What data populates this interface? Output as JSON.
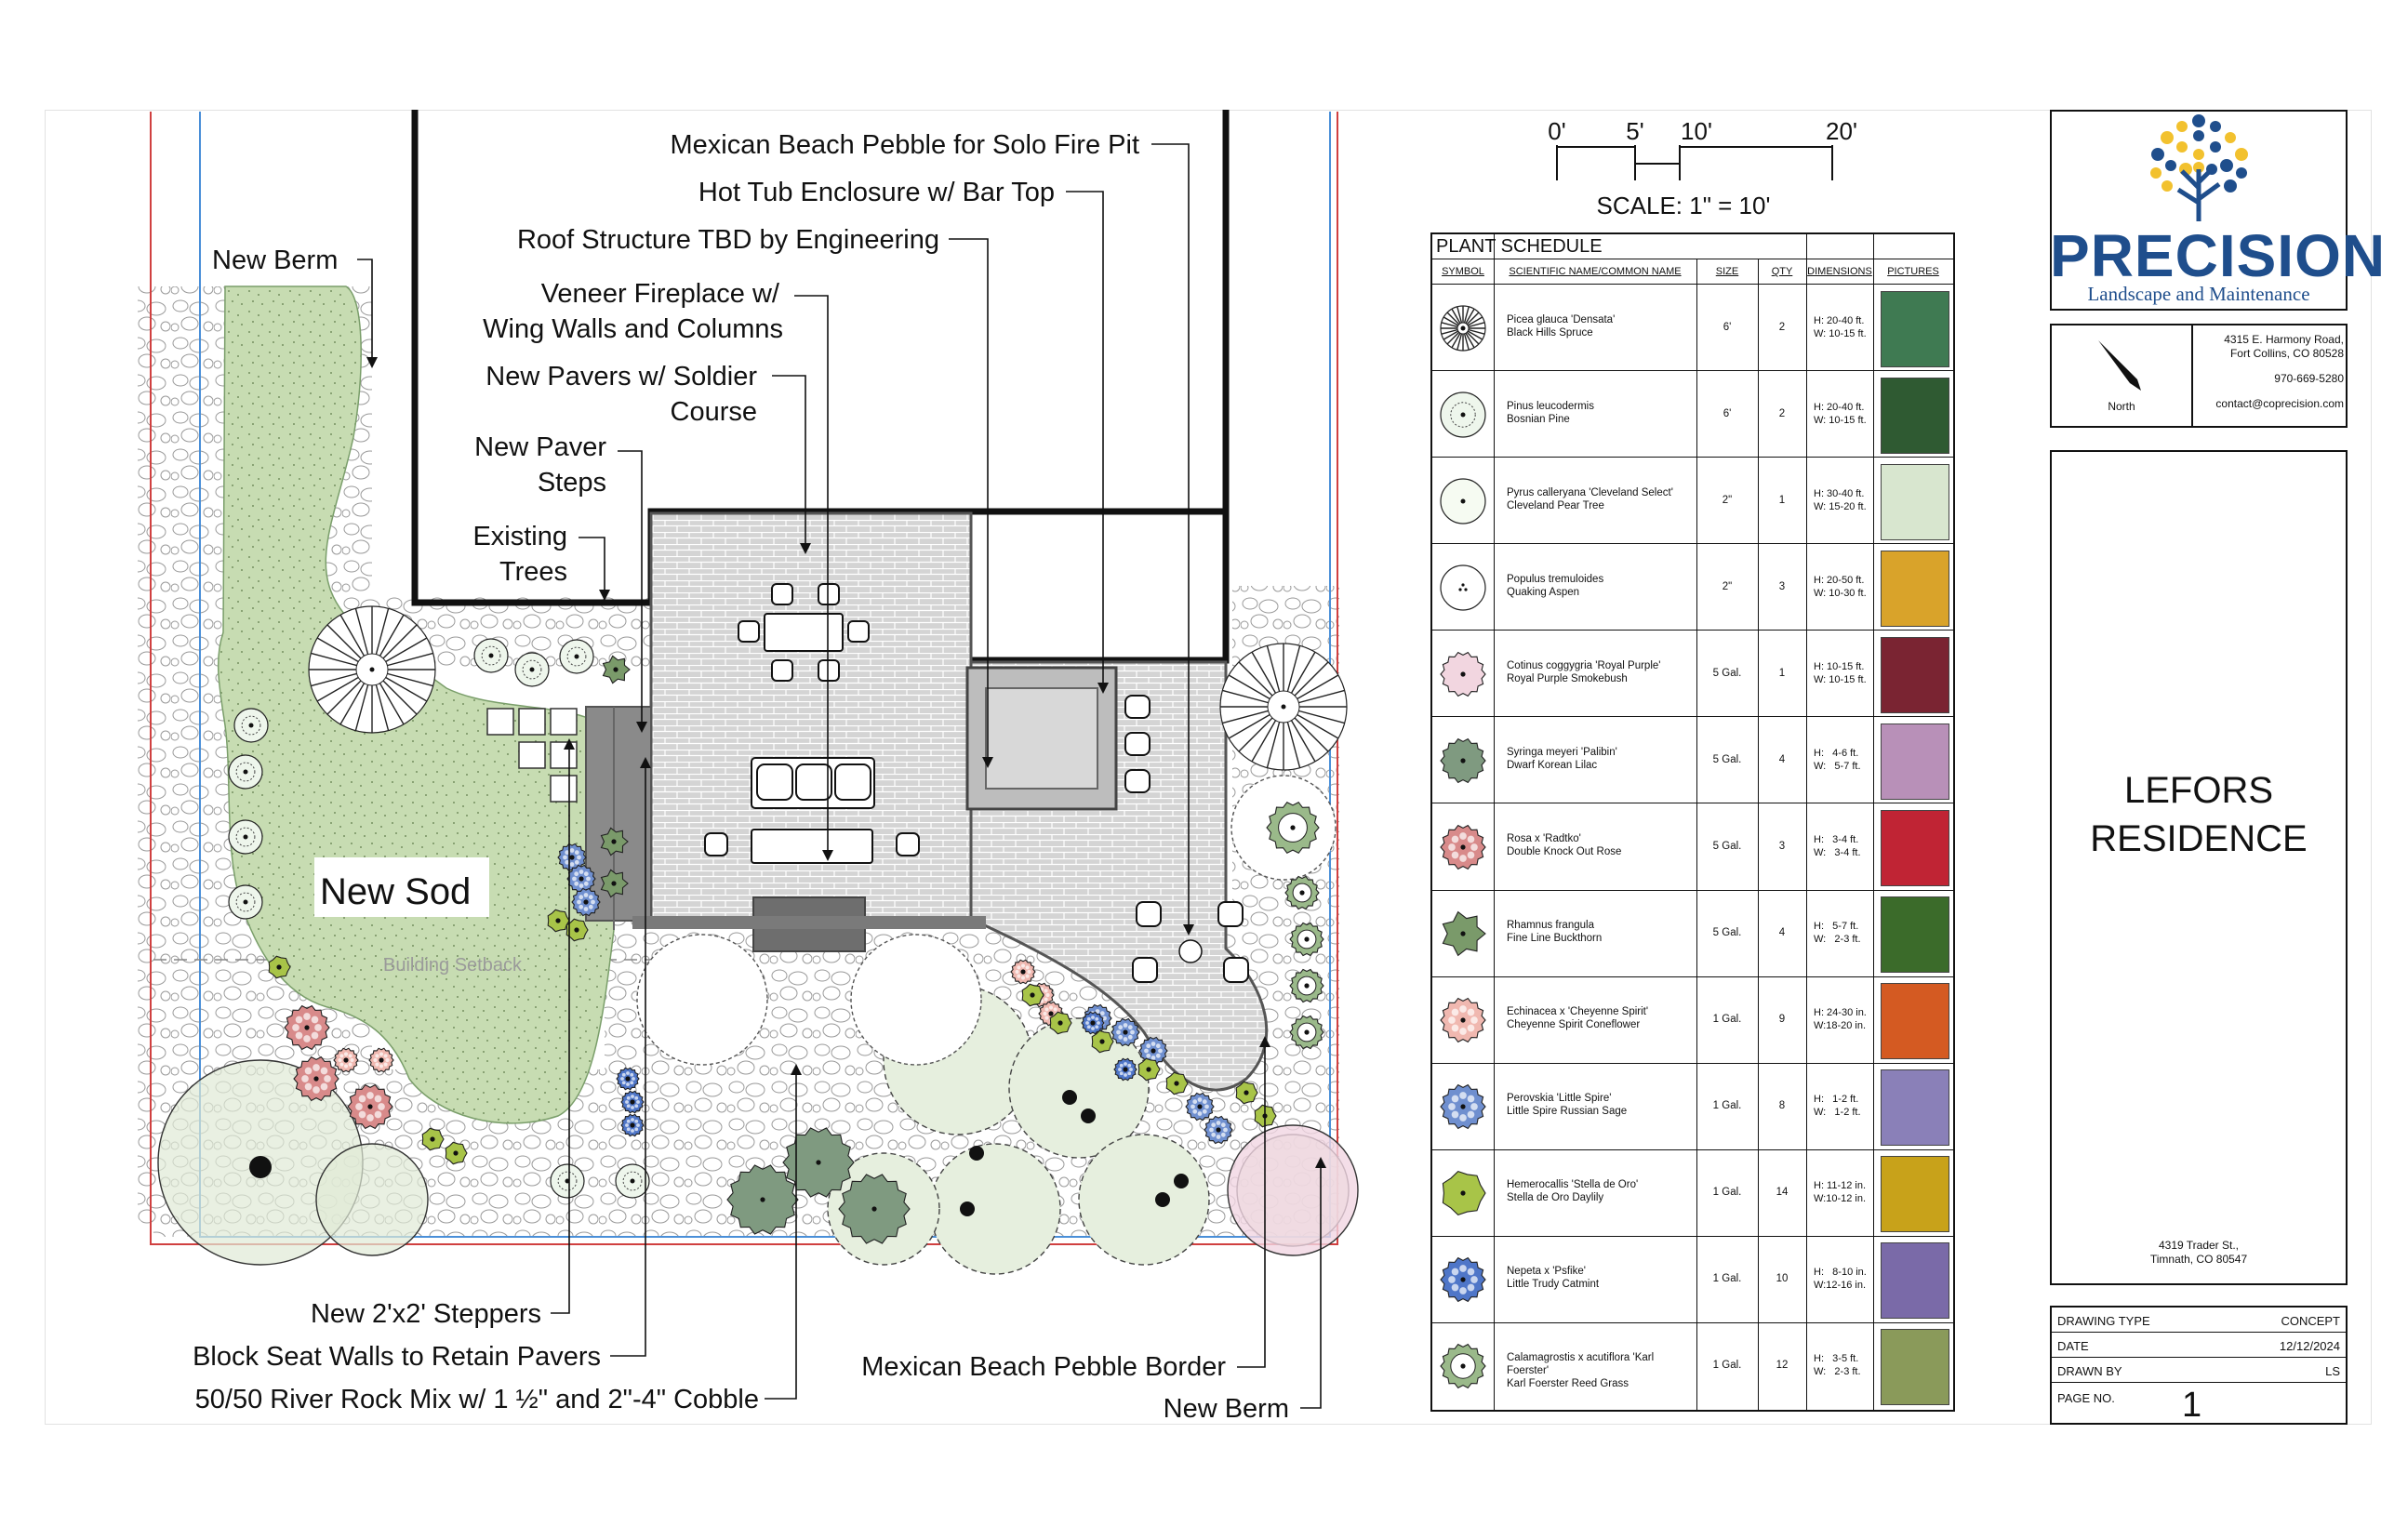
{
  "scale": {
    "ticks": [
      "0'",
      "5'",
      "10'",
      "20'"
    ],
    "label": "SCALE: 1\" = 10'"
  },
  "plan_labels": {
    "new_berm_top": "New Berm",
    "fire_pit": "Mexican Beach Pebble for Solo Fire Pit",
    "hot_tub": "Hot Tub Enclosure w/ Bar Top",
    "roof": "Roof Structure TBD by Engineering",
    "fireplace_1": "Veneer Fireplace w/",
    "fireplace_2": "Wing Walls and Columns",
    "pavers_1": "New Pavers w/ Soldier",
    "pavers_2": "Course",
    "steps_1": "New Paver",
    "steps_2": "Steps",
    "trees_1": "Existing",
    "trees_2": "Trees",
    "new_sod": "New Sod",
    "setback": "Building Setback",
    "steppers": "New 2'x2' Steppers",
    "seat_walls": "Block Seat Walls to Retain Pavers",
    "river_rock": "50/50 River Rock Mix w/ 1 ½\" and 2\"-4\" Cobble",
    "pebble_border": "Mexican Beach Pebble Border",
    "new_berm_bottom": "New Berm"
  },
  "schedule": {
    "title": "PLANT SCHEDULE",
    "headers": [
      "SYMBOL",
      "SCIENTIFIC NAME/COMMON NAME",
      "SIZE",
      "QTY",
      "DIMENSIONS",
      "PICTURES"
    ],
    "rows": [
      {
        "sci": "Picea glauca 'Densata'",
        "common": "Black Hills Spruce",
        "size": "6'",
        "qty": "2",
        "dim1": "H: 20-40 ft.",
        "dim2": "W: 10-15 ft.",
        "sym": "spruce",
        "pic": "#3f7a52"
      },
      {
        "sci": "Pinus leucodermis",
        "common": "Bosnian Pine",
        "size": "6'",
        "qty": "2",
        "dim1": "H: 20-40 ft.",
        "dim2": "W: 10-15 ft.",
        "sym": "pine",
        "pic": "#2f5a32"
      },
      {
        "sci": "Pyrus calleryana 'Cleveland Select'",
        "common": "Cleveland Pear Tree",
        "size": "2\"",
        "qty": "1",
        "dim1": "H: 30-40 ft.",
        "dim2": "W: 15-20 ft.",
        "sym": "pear",
        "pic": "#d8e6cf"
      },
      {
        "sci": "Populus tremuloides",
        "common": "Quaking Aspen",
        "size": "2\"",
        "qty": "3",
        "dim1": "H: 20-50 ft.",
        "dim2": "W: 10-30 ft.",
        "sym": "aspen",
        "pic": "#d9a32a"
      },
      {
        "sci": "Cotinus coggygria 'Royal Purple'",
        "common": "Royal Purple Smokebush",
        "size": "5 Gal.",
        "qty": "1",
        "dim1": "H: 10-15 ft.",
        "dim2": "W: 10-15 ft.",
        "sym": "smoke",
        "pic": "#7a2432"
      },
      {
        "sci": "Syringa meyeri 'Palibin'",
        "common": "Dwarf Korean Lilac",
        "size": "5 Gal.",
        "qty": "4",
        "dim1": "H:   4-6 ft.",
        "dim2": "W:   5-7 ft.",
        "sym": "lilac",
        "pic": "#b890b8"
      },
      {
        "sci": "Rosa x 'Radtko'",
        "common": "Double Knock Out Rose",
        "size": "5 Gal.",
        "qty": "3",
        "dim1": "H:   3-4 ft.",
        "dim2": "W:   3-4 ft.",
        "sym": "rose",
        "pic": "#c02434"
      },
      {
        "sci": "Rhamnus frangula",
        "common": "Fine Line Buckthorn",
        "size": "5 Gal.",
        "qty": "4",
        "dim1": "H:   5-7 ft.",
        "dim2": "W:   2-3 ft.",
        "sym": "buckthorn",
        "pic": "#3b6b2a"
      },
      {
        "sci": "Echinacea x 'Cheyenne Spirit'",
        "common": "Cheyenne Spirit Coneflower",
        "size": "1 Gal.",
        "qty": "9",
        "dim1": "H: 24-30 in.",
        "dim2": "W:18-20 in.",
        "sym": "echinacea",
        "pic": "#d45a22"
      },
      {
        "sci": "Perovskia 'Little Spire'",
        "common": "Little Spire Russian Sage",
        "size": "1 Gal.",
        "qty": "8",
        "dim1": "H:   1-2 ft.",
        "dim2": "W:   1-2 ft.",
        "sym": "perovskia",
        "pic": "#8a80b8"
      },
      {
        "sci": "Hemerocallis 'Stella de Oro'",
        "common": "Stella de Oro Daylily",
        "size": "1 Gal.",
        "qty": "14",
        "dim1": "H: 11-12 in.",
        "dim2": "W:10-12 in.",
        "sym": "daylily",
        "pic": "#c8a21a"
      },
      {
        "sci": "Nepeta x 'Psfike'",
        "common": "Little Trudy Catmint",
        "size": "1 Gal.",
        "qty": "10",
        "dim1": "H:   8-10 in.",
        "dim2": "W:12-16 in.",
        "sym": "nepeta",
        "pic": "#7a6aa8"
      },
      {
        "sci": "Calamagrostis x acutiflora 'Karl Foerster'",
        "common": "Karl Foerster Reed Grass",
        "size": "1 Gal.",
        "qty": "12",
        "dim1": "H:   3-5 ft.",
        "dim2": "W:   2-3 ft.",
        "sym": "grass",
        "pic": "#8a9a5a"
      }
    ]
  },
  "company": {
    "name": "PRECISION",
    "tagline": "Landscape and Maintenance",
    "address1": "4315 E. Harmony Road,",
    "address2": "Fort Collins, CO 80528",
    "phone": "970-669-5280",
    "email": "contact@coprecision.com",
    "north": "North",
    "brand_blue": "#1f4e8c",
    "brand_yellow": "#f2c12e"
  },
  "project": {
    "title_1": "LEFORS",
    "title_2": "RESIDENCE",
    "address1": "4319 Trader St.,",
    "address2": "Timnath, CO 80547"
  },
  "titleblock": {
    "drawing_type_label": "DRAWING TYPE",
    "drawing_type": "CONCEPT",
    "date_label": "DATE",
    "date": "12/12/2024",
    "drawn_by_label": "DRAWN BY",
    "drawn_by": "LS",
    "page_label": "PAGE NO.",
    "page": "1"
  }
}
